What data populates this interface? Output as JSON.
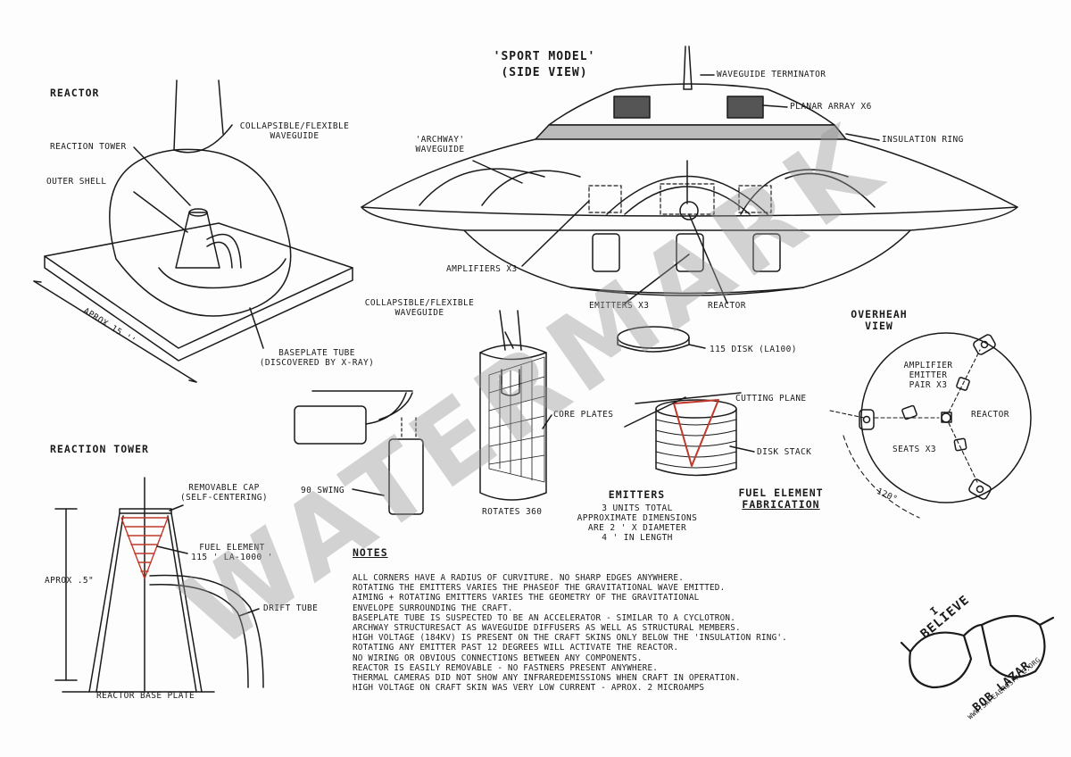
{
  "title": {
    "line1": "'SPORT MODEL'",
    "line2": "(SIDE VIEW)"
  },
  "ufo_labels": {
    "waveguide_terminator": "WAVEGUIDE TERMINATOR",
    "planar_array": "PLANAR ARRAY X6",
    "insulation_ring": "INSULATION RING",
    "archway_waveguide": [
      "'ARCHWAY'",
      "WAVEGUIDE"
    ],
    "amplifiers": "AMPLIFIERS X3",
    "emitters": "EMITTERS X3",
    "reactor": "REACTOR"
  },
  "reactor": {
    "heading": "REACTOR",
    "collapsible": [
      "COLLAPSIBLE/FLEXIBLE",
      "WAVEGUIDE"
    ],
    "reaction_tower": "REACTION TOWER",
    "outer_shell": "OUTER SHELL",
    "baseplate_tube": [
      "BASEPLATE TUBE",
      "(DISCOVERED BY X-RAY)"
    ],
    "aprox": "APROX 15 ''"
  },
  "waveguide_detail": {
    "collapsible": [
      "COLLAPSIBLE/FLEXIBLE",
      "WAVEGUIDE"
    ],
    "core_plates": "CORE PLATES",
    "swing": "90 SWING",
    "rotates": "ROTATES 360"
  },
  "disk": {
    "label": "115 DISK (LA100)"
  },
  "fuel_fab": {
    "cutting_plane": "CUTTING PLANE",
    "disk_stack": "DISK STACK",
    "title": [
      "FUEL ELEMENT",
      "FABRICATION"
    ]
  },
  "emitters_box": {
    "title": "EMITTERS",
    "lines": [
      "3 UNITS TOTAL",
      "APPROXIMATE DIMENSIONS",
      "ARE 2 ' X DIAMETER",
      "4 ' IN LENGTH"
    ]
  },
  "overhead": {
    "title": [
      "OVERHEAH",
      "VIEW"
    ],
    "amplifier": [
      "AMPLIFIER",
      "EMITTER",
      "PAIR X3"
    ],
    "reactor": "REACTOR",
    "seats": "SEATS X3",
    "angle": "120°"
  },
  "reaction_tower": {
    "heading": "REACTION TOWER",
    "cap": [
      "REMOVABLE CAP",
      "(SELF-CENTERING)"
    ],
    "fuel": [
      "FUEL ELEMENT",
      "115 ' LA-1000 '"
    ],
    "aprox": "APROX .5\"",
    "drift": "DRIFT TUBE",
    "base": "REACTOR BASE PLATE"
  },
  "notes": {
    "heading": "NOTES",
    "lines": [
      "ALL CORNERS HAVE A RADIUS OF CURVITURE. NO SHARP EDGES ANYWHERE.",
      "ROTATING THE EMITTERS VARIES THE PHASEOF THE GRAVITATIONAL WAVE EMITTED.",
      "AIMING + ROTATING EMITTERS VARIES THE GEOMETRY OF THE GRAVITATIONAL",
      "ENVELOPE SURROUNDING THE CRAFT.",
      "BASEPLATE TUBE IS SUSPECTED TO BE AN ACCELERATOR - SIMILAR TO A CYCLOTRON.",
      "ARCHWAY STRUCTURESACT AS WAVEGUIDE DIFFUSERS AS WELL AS STRUCTURAL MEMBERS.",
      "HIGH VOLTAGE (184KV) IS PRESENT ON THE CRAFT SKINS ONLY BELOW THE 'INSULATION RING'.",
      "ROTATING ANY EMITTER PAST 12 DEGREES WILL ACTIVATE THE REACTOR.",
      "NO WIRING OR OBVIOUS CONNECTIONS BETWEEN ANY COMPONENTS.",
      "REACTOR IS EASILY REMOVABLE - NO FASTNERS PRESENT ANYWHERE.",
      "THERMAL CAMERAS DID NOT SHOW ANY INFRAREDEMISSIONS WHEN CRAFT IN OPERATION.",
      "HIGH VOLTAGE ON CRAFT SKIN WAS VERY LOW CURRENT - APROX. 2 MICROAMPS"
    ]
  },
  "badge": {
    "i": "I",
    "believe": "BELIEVE",
    "name": "BOB LAZAR",
    "url": "WWW.SAFEAEROSPACE.ORG"
  },
  "watermark": "WATERMARK",
  "colors": {
    "ink": "#1a1a1a",
    "fuel_red": "#c0392b",
    "watermark": "#999999"
  }
}
